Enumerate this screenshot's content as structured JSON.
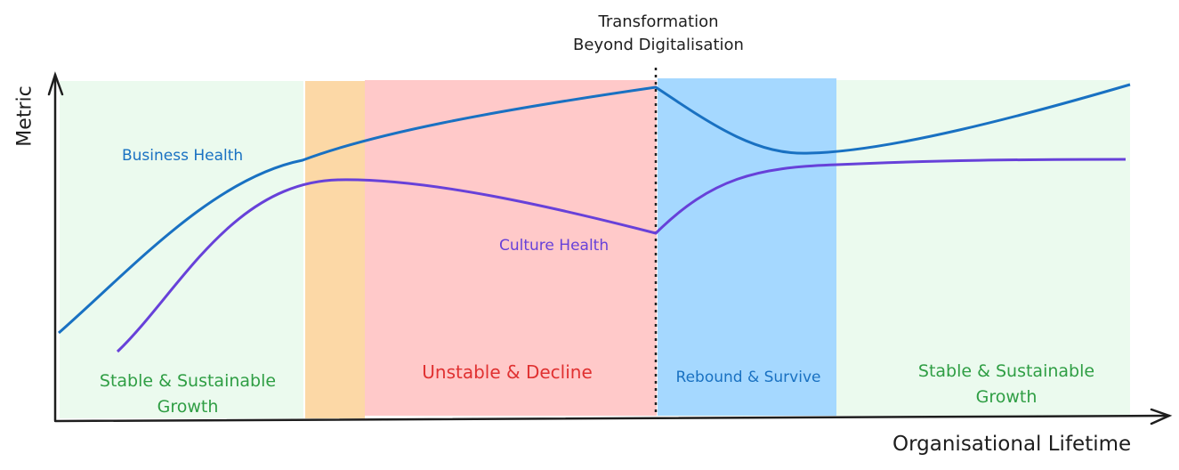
{
  "title_lines": [
    "Transformation",
    "Beyond Digitalisation"
  ],
  "axes": {
    "y_label": "Metric",
    "x_label": "Organisational Lifetime"
  },
  "series": [
    {
      "name": "Business Health",
      "color": "#1971c2"
    },
    {
      "name": "Culture Health",
      "color": "#6741d9"
    }
  ],
  "phases": [
    {
      "label_lines": [
        "Stable & Sustainable",
        "Growth"
      ],
      "fill": "#ebfaee",
      "text_color": "#2f9e44"
    },
    {
      "label_lines": [
        ""
      ],
      "fill": "#fcd8a6",
      "text_color": ""
    },
    {
      "label_lines": [
        "Unstable & Decline"
      ],
      "fill": "#ffc9c9",
      "text_color": "#e03131"
    },
    {
      "label_lines": [
        "Rebound & Survive"
      ],
      "fill": "#a5d8ff",
      "text_color": "#1971c2"
    },
    {
      "label_lines": [
        "Stable & Sustainable",
        "Growth"
      ],
      "fill": "#ebfaee",
      "text_color": "#2f9e44"
    }
  ]
}
